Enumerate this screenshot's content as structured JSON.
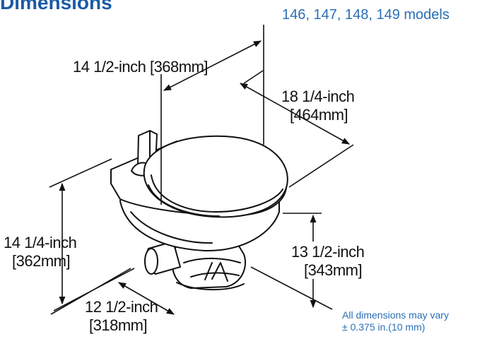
{
  "header": {
    "title": "Dimensions",
    "models": "146, 147, 148, 149 models"
  },
  "dimensions": {
    "top_width": "14 1/2-inch [368mm]",
    "depth": [
      "18 1/4-inch",
      "[464mm]"
    ],
    "height": [
      "14 1/4-inch",
      "[362mm]"
    ],
    "inlet_height": [
      "13 1/2-inch",
      "[343mm]"
    ],
    "base_width": [
      "12 1/2-inch",
      "[318mm]"
    ]
  },
  "note": {
    "line1": "All dimensions may vary",
    "line2": "± 0.375 in.(10 mm)"
  }
}
